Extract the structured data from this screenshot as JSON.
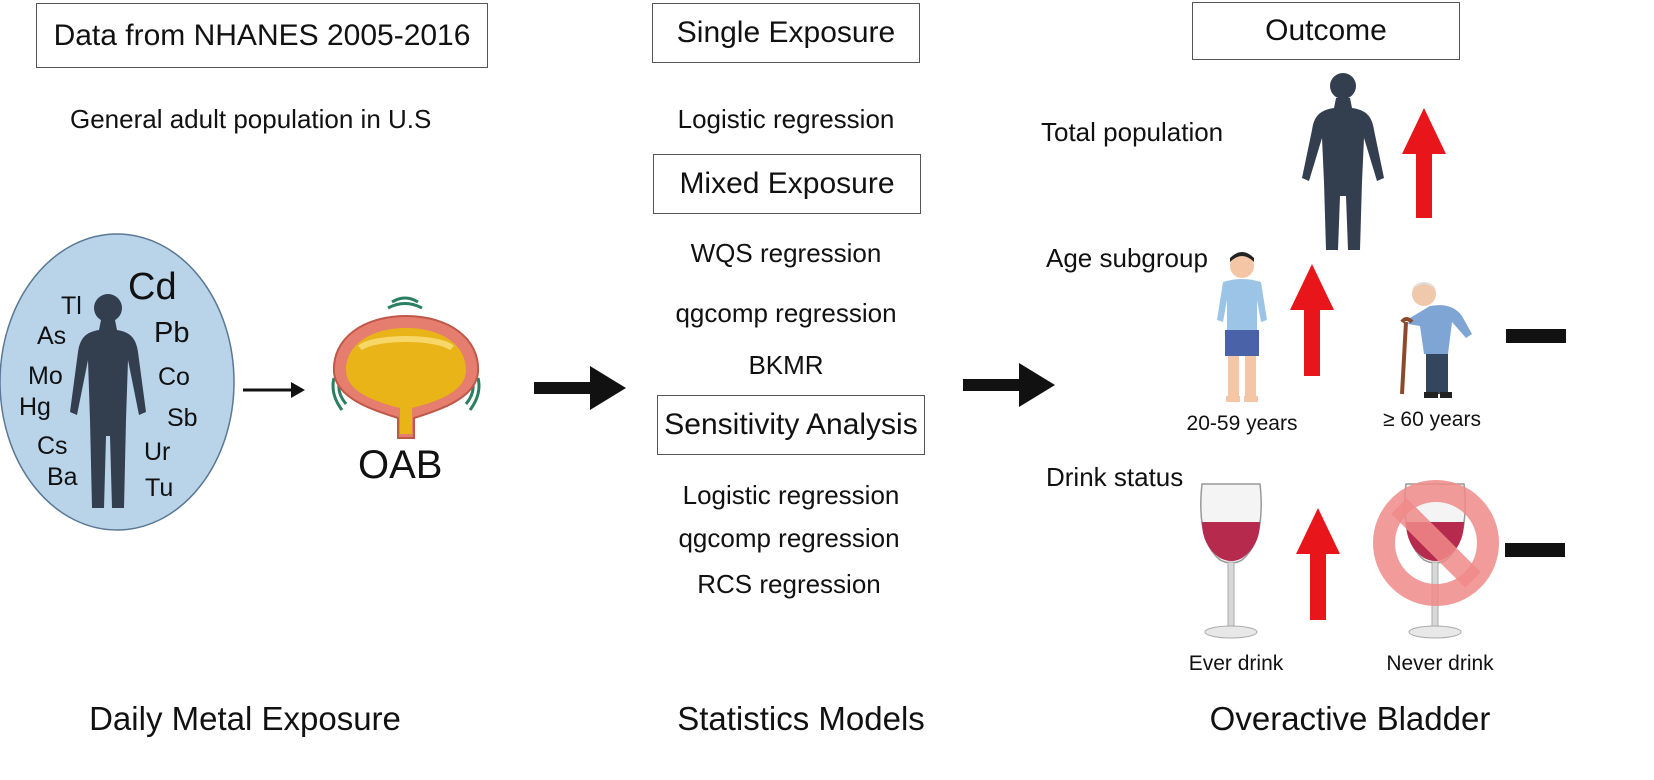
{
  "left": {
    "data_source": "Data from NHANES 2005-2016",
    "population": "General adult population in U.S",
    "metals": {
      "cd": "Cd",
      "tl": "Tl",
      "as": "As",
      "pb": "Pb",
      "mo": "Mo",
      "co": "Co",
      "hg": "Hg",
      "sb": "Sb",
      "cs": "Cs",
      "ur": "Ur",
      "ba": "Ba",
      "tu": "Tu"
    },
    "bladder_label": "OAB",
    "footer": "Daily Metal Exposure"
  },
  "middle": {
    "single_exposure": "Single Exposure",
    "single_models": [
      "Logistic regression"
    ],
    "mixed_exposure": "Mixed Exposure",
    "mixed_models": [
      "WQS regression",
      "qgcomp regression",
      "BKMR"
    ],
    "sensitivity": "Sensitivity Analysis",
    "sensitivity_models": [
      "Logistic regression",
      "qgcomp regression",
      "RCS regression"
    ],
    "footer": "Statistics Models"
  },
  "right": {
    "outcome": "Outcome",
    "total_population": "Total population",
    "age_subgroup": "Age subgroup",
    "age_young": "20-59 years",
    "age_old": "≥ 60 years",
    "drink_status": "Drink status",
    "ever_drink": "Ever drink",
    "never_drink": "Never drink",
    "footer": "Overactive Bladder"
  },
  "colors": {
    "body_silhouette": "#333f4f",
    "ellipse_fill": "#b9d3e9",
    "up_arrow": "#e8161b",
    "bladder_outer": "#e57e6e",
    "bladder_inner": "#e8b418",
    "wine": "#b52a4d",
    "no_symbol": "#f08a8a"
  },
  "icons": [
    "human-body-icon",
    "bladder-icon",
    "right-arrow-icon",
    "up-arrow-icon",
    "young-man-icon",
    "elderly-man-icon",
    "wine-glass-icon",
    "prohibited-icon",
    "no-change-dash-icon"
  ]
}
